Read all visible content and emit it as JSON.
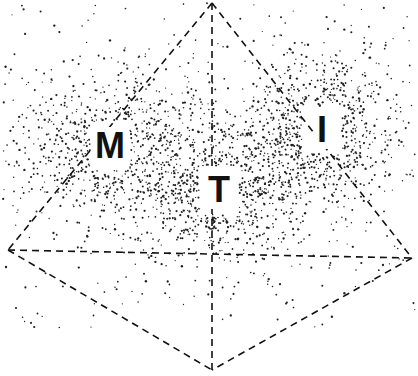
{
  "diagram": {
    "labels": [
      "M",
      "T",
      "I"
    ]
  }
}
